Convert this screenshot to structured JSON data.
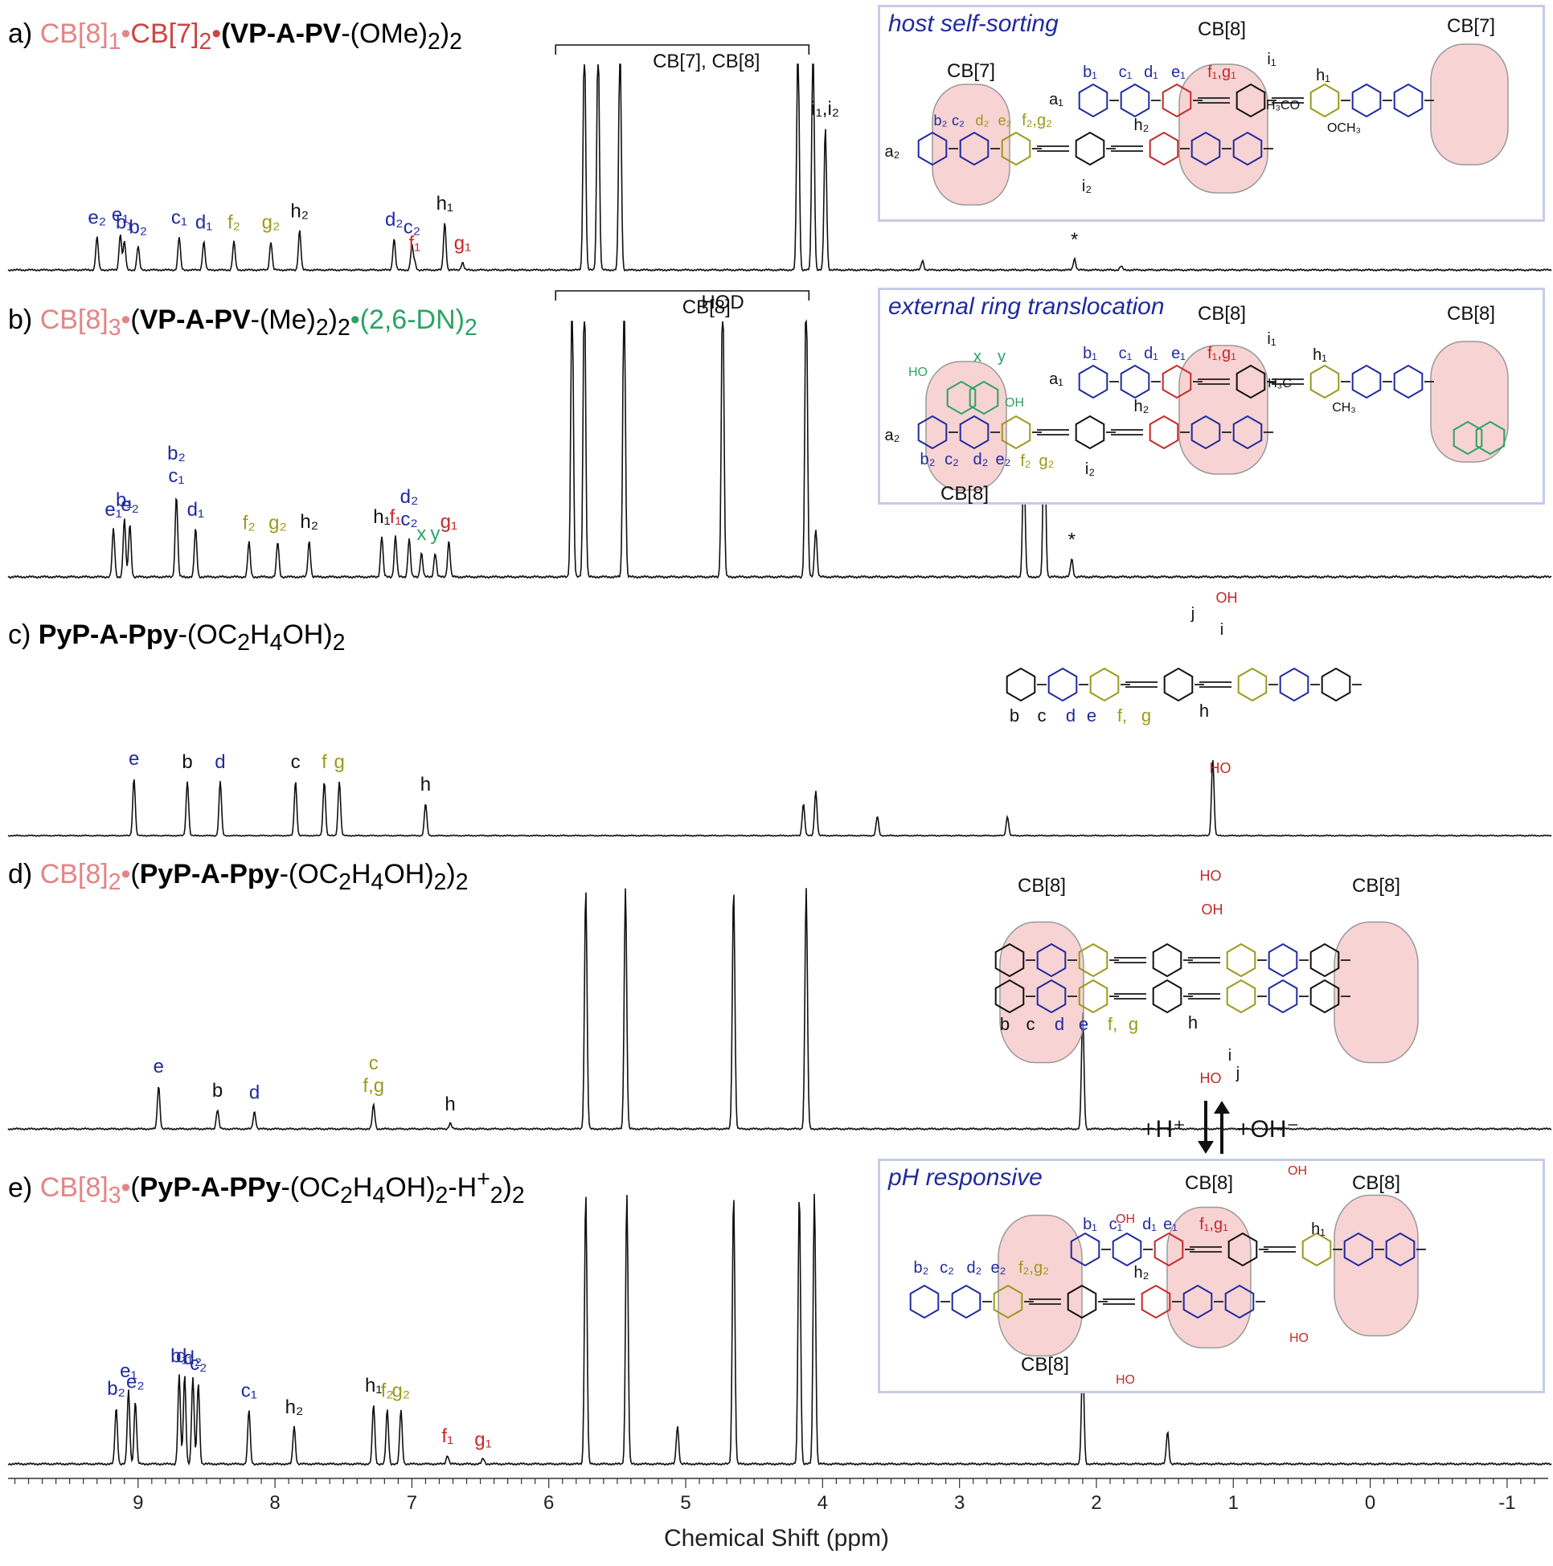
{
  "panels": [
    {
      "id": "a",
      "letter": "a)",
      "title_html": "<span class='pink'>CB[8]<sub>1</sub>•</span><span class='red'>CB[7]<sub>2</sub>•</span><b>(VP-A-PV</b>-(OMe)<sub>2</sub>)<sub>2</sub>",
      "inset_title": "host self-sorting"
    },
    {
      "id": "b",
      "letter": "b)",
      "title_html": "<span class='pink'>CB[8]<sub>3</sub>•</span>(<b>VP-A-PV</b>-(Me)<sub>2</sub>)<sub>2</sub><span class='green'>•(2,6-DN)<sub>2</sub></span>",
      "inset_title": "external ring translocation"
    },
    {
      "id": "c",
      "letter": "c)",
      "title_html": "<b>PyP-A-Ppy</b>-(OC<sub>2</sub>H<sub>4</sub>OH)<sub>2</sub>",
      "inset_title": ""
    },
    {
      "id": "d",
      "letter": "d)",
      "title_html": "<span class='pink'>CB[8]<sub>2</sub>•</span>(<b>PyP-A-Ppy</b>-(OC<sub>2</sub>H<sub>4</sub>OH)<sub>2</sub>)<sub>2</sub>",
      "inset_title": ""
    },
    {
      "id": "e",
      "letter": "e)",
      "title_html": "<span class='pink'>CB[8]<sub>3</sub>•</span>(<b>PyP-A-PPy</b>-(OC<sub>2</sub>H<sub>4</sub>OH)<sub>2</sub>-H<sup>+</sup><sub>2</sub>)<sub>2</sub>",
      "inset_title": "pH responsive"
    }
  ],
  "ph_labels": {
    "acid": "+H⁺",
    "base": "+OH⁻"
  },
  "colors": {
    "spectrum": "#111111",
    "blue": "#1f2aa0",
    "olive": "#9a9a1a",
    "red": "#c62828",
    "green": "#2aa463",
    "pink_title": "#e58484",
    "cb_ring": "#f3b5b5",
    "inset_border": "#c7cbe8"
  },
  "chart_data": {
    "type": "line",
    "xlabel": "Chemical Shift (ppm)",
    "xlim": [
      9.95,
      -1.3
    ],
    "x_reversed": true,
    "ticks": [
      9,
      8,
      7,
      6,
      5,
      4,
      3,
      2,
      1,
      0,
      -1
    ],
    "stacked_spectra": [
      {
        "panel": "a",
        "peaks": [
          {
            "ppm": 9.3,
            "h": 0.35,
            "label": "e₂",
            "color": "blue"
          },
          {
            "ppm": 9.13,
            "h": 0.38,
            "label": "e₁",
            "color": "blue"
          },
          {
            "ppm": 9.1,
            "h": 0.3,
            "label": "b₁",
            "color": "blue"
          },
          {
            "ppm": 9.0,
            "h": 0.25,
            "label": "b₂",
            "color": "blue"
          },
          {
            "ppm": 8.7,
            "h": 0.35,
            "label": "c₁",
            "color": "blue"
          },
          {
            "ppm": 8.52,
            "h": 0.3,
            "label": "d₁",
            "color": "blue"
          },
          {
            "ppm": 8.3,
            "h": 0.3,
            "label": "f₂",
            "color": "olive"
          },
          {
            "ppm": 8.03,
            "h": 0.3,
            "label": "g₂",
            "color": "olive"
          },
          {
            "ppm": 7.82,
            "h": 0.42,
            "label": "h₂",
            "color": "black"
          },
          {
            "ppm": 7.13,
            "h": 0.33,
            "label": "d₂",
            "color": "blue"
          },
          {
            "ppm": 7.0,
            "h": 0.25,
            "label": "c₂",
            "color": "blue"
          },
          {
            "ppm": 6.76,
            "h": 0.5,
            "label": "h₁",
            "color": "black"
          },
          {
            "ppm": 6.98,
            "h": 0.08,
            "label": "f₁",
            "color": "red"
          },
          {
            "ppm": 6.63,
            "h": 0.08,
            "label": "g₁",
            "color": "red"
          },
          {
            "ppm": 5.74,
            "h": 2.5,
            "label": "",
            "color": "black"
          },
          {
            "ppm": 5.64,
            "h": 2.5,
            "label": "",
            "color": "black"
          },
          {
            "ppm": 5.48,
            "h": 2.5,
            "label": "",
            "color": "black"
          },
          {
            "ppm": 4.18,
            "h": 2.5,
            "label": "",
            "color": "black"
          },
          {
            "ppm": 4.07,
            "h": 2.5,
            "label": "",
            "color": "black"
          },
          {
            "ppm": 3.98,
            "h": 1.5,
            "label": "i₁,i₂",
            "color": "black"
          },
          {
            "ppm": 3.27,
            "h": 0.1,
            "label": "",
            "color": "black"
          },
          {
            "ppm": 2.16,
            "h": 0.12,
            "label": "*",
            "color": "black"
          },
          {
            "ppm": 1.82,
            "h": 0.04,
            "label": "",
            "color": "black"
          }
        ],
        "bracket": {
          "from": 5.95,
          "to": 4.1,
          "label": "CB[7], CB[8]"
        }
      },
      {
        "panel": "b",
        "peaks": [
          {
            "ppm": 9.18,
            "h": 0.4,
            "label": "e₁",
            "color": "blue"
          },
          {
            "ppm": 9.1,
            "h": 0.48,
            "label": "b₁",
            "color": "blue"
          },
          {
            "ppm": 9.06,
            "h": 0.44,
            "label": "e₂",
            "color": "blue"
          },
          {
            "ppm": 8.72,
            "h": 0.68,
            "label": "b₂ c₁",
            "color": "blue"
          },
          {
            "ppm": 8.58,
            "h": 0.4,
            "label": "d₁",
            "color": "blue"
          },
          {
            "ppm": 8.19,
            "h": 0.29,
            "label": "f₂",
            "color": "olive"
          },
          {
            "ppm": 7.98,
            "h": 0.29,
            "label": "g₂",
            "color": "olive"
          },
          {
            "ppm": 7.75,
            "h": 0.3,
            "label": "h₂",
            "color": "black"
          },
          {
            "ppm": 7.22,
            "h": 0.34,
            "label": "h₁",
            "color": "black"
          },
          {
            "ppm": 7.12,
            "h": 0.34,
            "label": "f₁",
            "color": "red"
          },
          {
            "ppm": 7.02,
            "h": 0.32,
            "label": "d₂ c₂",
            "color": "blue"
          },
          {
            "ppm": 6.93,
            "h": 0.2,
            "label": "x",
            "color": "green"
          },
          {
            "ppm": 6.83,
            "h": 0.2,
            "label": "y",
            "color": "green"
          },
          {
            "ppm": 6.73,
            "h": 0.3,
            "label": "g₁",
            "color": "red"
          },
          {
            "ppm": 5.83,
            "h": 2.5,
            "label": "",
            "color": "black"
          },
          {
            "ppm": 5.74,
            "h": 2.5,
            "label": "",
            "color": "black"
          },
          {
            "ppm": 5.45,
            "h": 2.5,
            "label": "",
            "color": "black"
          },
          {
            "ppm": 4.73,
            "h": 2.5,
            "label": "HOD",
            "color": "black"
          },
          {
            "ppm": 4.12,
            "h": 2.5,
            "label": "",
            "color": "black"
          },
          {
            "ppm": 4.05,
            "h": 0.4,
            "label": "",
            "color": "black"
          },
          {
            "ppm": 2.53,
            "h": 1.0,
            "label": "i₁",
            "color": "black"
          },
          {
            "ppm": 2.38,
            "h": 1.4,
            "label": "i₂",
            "color": "black"
          },
          {
            "ppm": 2.18,
            "h": 0.15,
            "label": "*",
            "color": "black"
          }
        ],
        "bracket": {
          "from": 5.95,
          "to": 4.1,
          "label": "CB[8]"
        }
      },
      {
        "panel": "c",
        "peaks": [
          {
            "ppm": 9.03,
            "h": 0.9,
            "label": "e",
            "color": "blue"
          },
          {
            "ppm": 8.64,
            "h": 0.85,
            "label": "b",
            "color": "black"
          },
          {
            "ppm": 8.4,
            "h": 0.85,
            "label": "d",
            "color": "blue"
          },
          {
            "ppm": 7.85,
            "h": 0.85,
            "label": "c",
            "color": "black"
          },
          {
            "ppm": 7.64,
            "h": 0.85,
            "label": "f",
            "color": "olive"
          },
          {
            "ppm": 7.53,
            "h": 0.85,
            "label": "g",
            "color": "olive"
          },
          {
            "ppm": 6.9,
            "h": 0.5,
            "label": "h",
            "color": "black"
          },
          {
            "ppm": 4.14,
            "h": 0.5,
            "label": "",
            "color": "black"
          },
          {
            "ppm": 4.05,
            "h": 0.7,
            "label": "",
            "color": "black"
          },
          {
            "ppm": 3.6,
            "h": 0.3,
            "label": "",
            "color": "black"
          },
          {
            "ppm": 2.65,
            "h": 0.3,
            "label": "",
            "color": "black"
          },
          {
            "ppm": 1.15,
            "h": 1.2,
            "label": "",
            "color": "black"
          }
        ]
      },
      {
        "panel": "d",
        "peaks": [
          {
            "ppm": 8.85,
            "h": 0.45,
            "label": "e",
            "color": "blue"
          },
          {
            "ppm": 8.42,
            "h": 0.2,
            "label": "b",
            "color": "black"
          },
          {
            "ppm": 8.15,
            "h": 0.18,
            "label": "d",
            "color": "blue"
          },
          {
            "ppm": 7.28,
            "h": 0.25,
            "label": "c f,g",
            "color": "olive"
          },
          {
            "ppm": 6.72,
            "h": 0.06,
            "label": "h",
            "color": "black"
          },
          {
            "ppm": 5.73,
            "h": 2.5,
            "label": "",
            "color": "black"
          },
          {
            "ppm": 5.44,
            "h": 2.5,
            "label": "",
            "color": "black"
          },
          {
            "ppm": 4.65,
            "h": 2.5,
            "label": "",
            "color": "black"
          },
          {
            "ppm": 4.12,
            "h": 2.5,
            "label": "",
            "color": "black"
          },
          {
            "ppm": 2.1,
            "h": 1.2,
            "label": "",
            "color": "black"
          }
        ]
      },
      {
        "panel": "e",
        "peaks": [
          {
            "ppm": 9.16,
            "h": 0.52,
            "label": "b₂",
            "color": "blue"
          },
          {
            "ppm": 9.07,
            "h": 0.68,
            "label": "e₁",
            "color": "blue"
          },
          {
            "ppm": 9.02,
            "h": 0.58,
            "label": "e₂",
            "color": "blue"
          },
          {
            "ppm": 8.7,
            "h": 0.82,
            "label": "b₁",
            "color": "blue"
          },
          {
            "ppm": 8.66,
            "h": 0.82,
            "label": "d₁",
            "color": "blue"
          },
          {
            "ppm": 8.6,
            "h": 0.8,
            "label": "d₂",
            "color": "blue"
          },
          {
            "ppm": 8.56,
            "h": 0.75,
            "label": "c₂",
            "color": "blue"
          },
          {
            "ppm": 8.19,
            "h": 0.5,
            "label": "c₁",
            "color": "blue"
          },
          {
            "ppm": 7.86,
            "h": 0.35,
            "label": "h₂",
            "color": "black"
          },
          {
            "ppm": 7.28,
            "h": 0.55,
            "label": "h₁",
            "color": "black"
          },
          {
            "ppm": 7.18,
            "h": 0.5,
            "label": "f₂",
            "color": "olive"
          },
          {
            "ppm": 7.08,
            "h": 0.5,
            "label": "g₂",
            "color": "olive"
          },
          {
            "ppm": 6.74,
            "h": 0.08,
            "label": "f₁",
            "color": "red"
          },
          {
            "ppm": 6.48,
            "h": 0.05,
            "label": "g₁",
            "color": "red"
          },
          {
            "ppm": 5.73,
            "h": 2.5,
            "label": "",
            "color": "black"
          },
          {
            "ppm": 5.43,
            "h": 2.5,
            "label": "",
            "color": "black"
          },
          {
            "ppm": 5.06,
            "h": 0.35,
            "label": "",
            "color": "black"
          },
          {
            "ppm": 4.65,
            "h": 2.5,
            "label": "",
            "color": "black"
          },
          {
            "ppm": 4.17,
            "h": 2.5,
            "label": "",
            "color": "black"
          },
          {
            "ppm": 4.06,
            "h": 2.5,
            "label": "",
            "color": "black"
          },
          {
            "ppm": 2.1,
            "h": 1.0,
            "label": "",
            "color": "black"
          },
          {
            "ppm": 1.48,
            "h": 0.3,
            "label": "",
            "color": "black"
          }
        ]
      }
    ]
  },
  "insets": {
    "a": {
      "cb7_left": "CB[7]",
      "cb8": "CB[8]",
      "cb7_right": "CB[7]",
      "labels": [
        "b₁",
        "c₁",
        "d₁",
        "e₁",
        "f₁,g₁",
        "h₁",
        "i₁",
        "a₁",
        "a₂",
        "b₂",
        "c₂",
        "d₂",
        "e₂",
        "f₂,g₂",
        "h₂",
        "i₂"
      ],
      "groups": [
        "H₃CO",
        "OCH₃"
      ]
    },
    "b": {
      "cb8_center": "CB[8]",
      "cb8_right": "CB[8]",
      "cb8_bottom": "CB[8]",
      "labels": [
        "b₁",
        "c₁",
        "d₁",
        "e₁",
        "f₁,g₁",
        "h₁",
        "i₁",
        "a₁",
        "a₂",
        "b₂",
        "c₂",
        "d₂",
        "e₂",
        "f₂",
        "g₂",
        "h₂",
        "i₂",
        "x",
        "y"
      ],
      "groups": [
        "H₃C",
        "CH₃",
        "HO",
        "OH"
      ]
    },
    "c": {
      "labels": [
        "b",
        "c",
        "d",
        "e",
        "f,",
        "g",
        "h",
        "i",
        "j"
      ],
      "groups": [
        "OH",
        "HO",
        "O"
      ]
    },
    "d": {
      "cb8_left": "CB[8]",
      "cb8_right": "CB[8]",
      "labels": [
        "b",
        "c",
        "d",
        "e",
        "f,",
        "g",
        "h",
        "i",
        "j"
      ],
      "groups": [
        "HO",
        "OH",
        "O"
      ]
    },
    "e": {
      "cb8_left": "CB[8]",
      "cb8_center": "CB[8]",
      "cb8_right": "CB[8]",
      "labels": [
        "b₁",
        "c₁",
        "d₁",
        "e₁",
        "f₁,g₁",
        "h₁",
        "b₂",
        "c₂",
        "d₂",
        "e₂",
        "f₂,g₂",
        "h₂"
      ],
      "groups": [
        "OH",
        "HO",
        "O"
      ]
    }
  }
}
